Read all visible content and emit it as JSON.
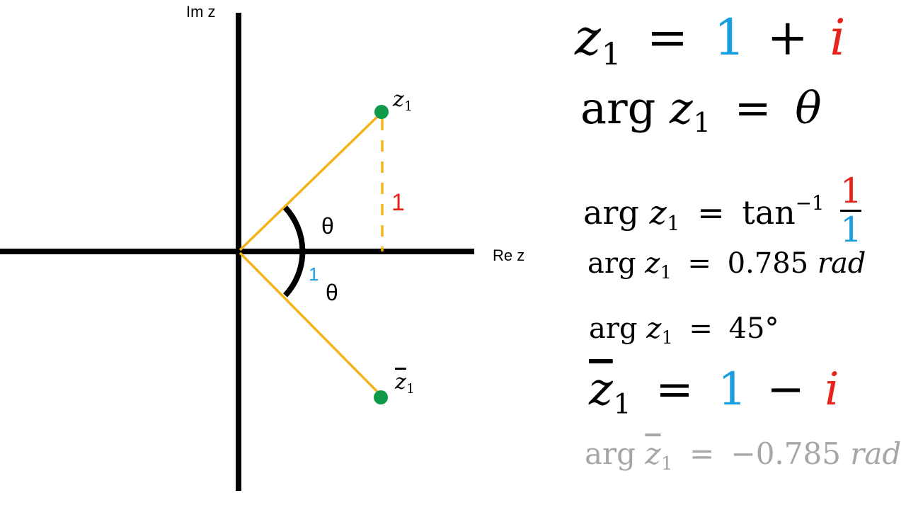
{
  "colors": {
    "axis": "#000000",
    "vector": "#f5b31a",
    "point": "#0f9a4a",
    "real_part": "#1a9ee0",
    "imag_part": "#e8231c",
    "faded": "#a6a6a6"
  },
  "diagram": {
    "im_axis_label": "Im z",
    "re_axis_label": "Re z",
    "point_z1_label": {
      "base": "z",
      "sub": "1"
    },
    "point_z1bar_label": {
      "base": "z",
      "sub": "1"
    },
    "imag_length_label": "1",
    "real_length_label": "1",
    "angle_upper_label": "θ",
    "angle_lower_label": "θ"
  },
  "equations": [
    {
      "lhs": "z",
      "lhs_sub": "1",
      "eq": "=",
      "real": "1",
      "op": "+",
      "imag": "i"
    },
    {
      "prefix": "arg ",
      "var": "z",
      "sub": "1",
      "eq": "=",
      "rhs": "θ"
    },
    {
      "prefix": "arg ",
      "var": "z",
      "sub": "1",
      "eq": "=",
      "func": "tan",
      "sup": "−1",
      "numerator": "1",
      "denominator": "1"
    },
    {
      "prefix": "arg ",
      "var": "z",
      "sub": "1",
      "eq": "=",
      "value": "0.785 ",
      "unit": "rad"
    },
    {
      "prefix": "arg ",
      "var": "z",
      "sub": "1",
      "eq": "=",
      "value": "45°"
    },
    {
      "lhs": "z",
      "lhs_sub": "1",
      "eq": "=",
      "real": "1",
      "op": "−",
      "imag": "i"
    },
    {
      "prefix": "arg ",
      "var": "z",
      "sub": "1",
      "eq": "=",
      "value": "−0.785 ",
      "unit": "rad"
    }
  ]
}
